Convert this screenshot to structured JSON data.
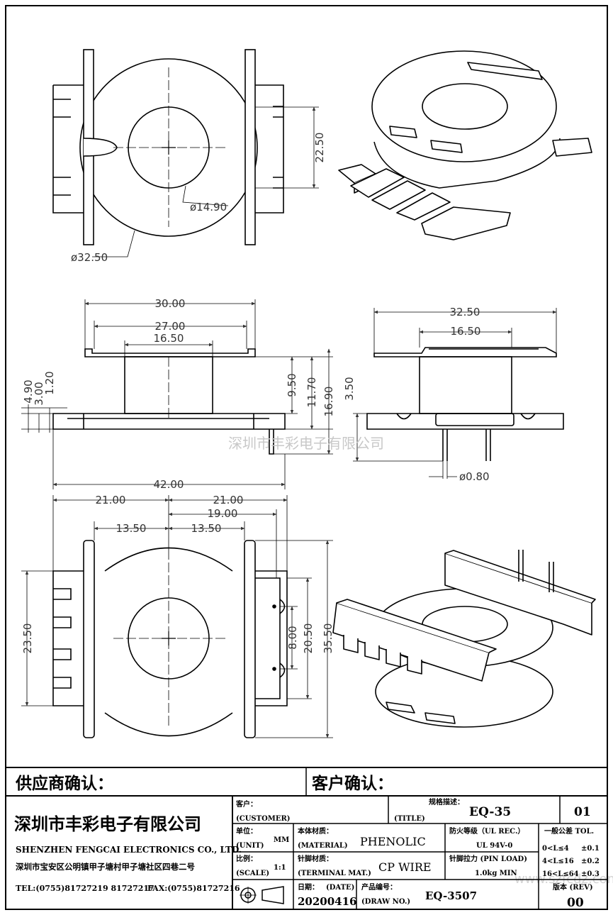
{
  "views": {
    "top": {
      "diameter_outer": "ø32.50",
      "diameter_inner": "ø14.90",
      "height": "22.50"
    },
    "front": {
      "w1": "30.00",
      "w2": "27.00",
      "w3": "16.50",
      "w4": "42.00",
      "h1": "4.90",
      "h2": "3.00",
      "h3": "1.20",
      "h4": "9.50",
      "h5": "11.70",
      "h6": "16.90"
    },
    "side": {
      "w1": "32.50",
      "w2": "16.50",
      "h1": "3.50",
      "pin": "ø0.80"
    },
    "bottom": {
      "w_left": "21.00",
      "w_right": "21.00",
      "w_mid": "19.00",
      "w_l2": "13.50",
      "w_r2": "13.50",
      "h1": "23.50",
      "h2": "8.00",
      "h3": "20.50",
      "h4": "35.50"
    }
  },
  "watermark": "深圳市丰彩电子有限公司",
  "watermark_url": "www.szfcdz.com",
  "title_block": {
    "supplier_confirm": "供应商确认：",
    "customer_confirm": "客户确认：",
    "company_cn": "深圳市丰彩电子有限公司",
    "company_en": "SHENZHEN FENGCAI ELECTRONICS CO., LTD.",
    "address": "深圳市宝安区公明镇甲子塘村甲子塘社区四巷二号",
    "tel": "TEL:(0755)81727219  81727217",
    "fax": "FAX:(0755)81727216",
    "customer_cn": "客户：",
    "customer_en": "(CUSTOMER)",
    "title_cn": "规格描述：",
    "title_en": "(TITLE)",
    "title_value": "EQ-35",
    "sheet": "01",
    "unit_cn": "单位：",
    "unit_en": "(UNIT)",
    "unit_value": "MM",
    "material_cn": "本体材质：",
    "material_en": "(MATERIAL)",
    "material_value": "PHENOLIC",
    "fire_cn": "防火等级（UL REC.）",
    "fire_value": "UL 94V-0",
    "tol_header": "一般公差 TOL.",
    "tol": [
      {
        "range": "0<L≤4",
        "value": "±0.1"
      },
      {
        "range": "4<L≤16",
        "value": "±0.2"
      },
      {
        "range": "16<L≤64",
        "value": "±0.3"
      }
    ],
    "scale_cn": "比例：",
    "scale_en": "(SCALE)",
    "scale_value": "1:1",
    "terminal_cn": "针脚材质：",
    "terminal_en": "(TERMINAL MAT.)",
    "terminal_value": "CP WIRE",
    "pinload_cn": "针脚拉力 (PIN LOAD)",
    "pinload_value": "1.0kg MIN",
    "date_cn": "日期：",
    "date_en": "(DATE)",
    "date_value": "20200416",
    "drawno_cn": "产品编号：",
    "drawno_en": "(DRAW NO.)",
    "drawno_value": "EQ-3507",
    "rev_cn": "版本 (REV)",
    "rev_value": "00"
  }
}
